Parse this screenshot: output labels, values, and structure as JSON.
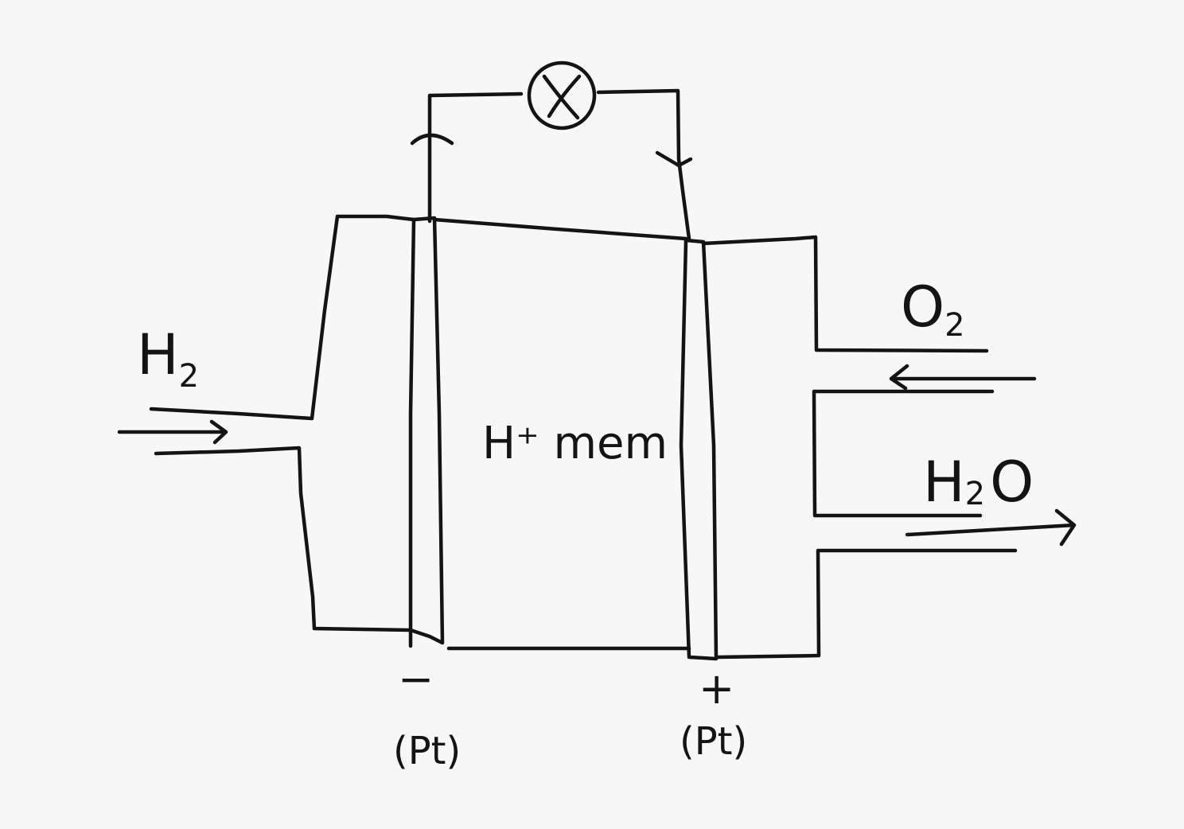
{
  "labels": {
    "fuel": {
      "main": "H",
      "sub": "2"
    },
    "oxidant": {
      "main": "O",
      "sub": "2"
    },
    "product": {
      "main": "H",
      "sub": "2",
      "tail": "O"
    },
    "membrane": "H⁺ mem",
    "anode_sign": "−",
    "cathode_sign": "+",
    "anode_catalyst": "(Pt)",
    "cathode_catalyst": "(Pt)"
  },
  "icons": {
    "load": "lamp-icon"
  },
  "colors": {
    "ink": "#141414",
    "background": "#f7f7f7"
  }
}
